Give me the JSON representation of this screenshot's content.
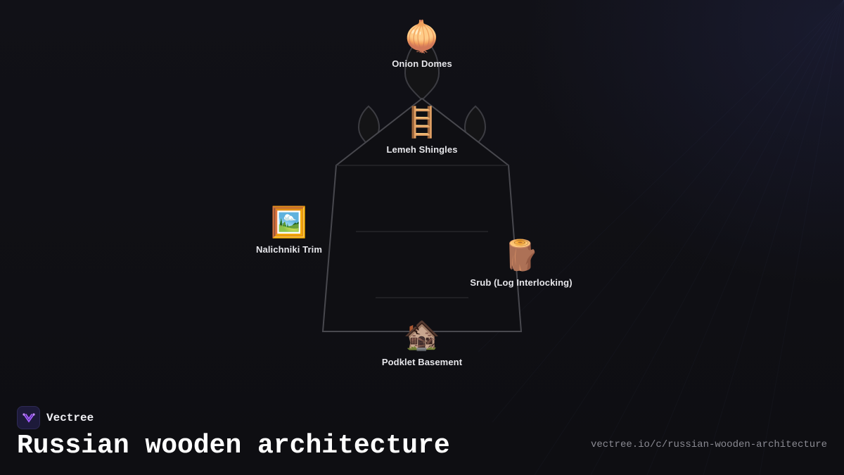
{
  "brand": {
    "name": "Vectree",
    "accent": "#9a4dff"
  },
  "title": "Russian wooden architecture",
  "url": "vectree.io/c/russian-wooden-architecture",
  "diagram": {
    "outline_color": "#4a4a50",
    "nodes": [
      {
        "id": "onion",
        "label": "Onion Domes",
        "emoji": "🧅",
        "icon": "onion-icon"
      },
      {
        "id": "lemeh",
        "label": "Lemeh Shingles",
        "emoji": "🪜",
        "icon": "ladder-icon"
      },
      {
        "id": "nalichniki",
        "label": "Nalichniki Trim",
        "emoji": "🖼️",
        "icon": "framed-picture-icon"
      },
      {
        "id": "srub",
        "label": "Srub (Log Interlocking)",
        "emoji": "🪵",
        "icon": "wood-log-icon"
      },
      {
        "id": "podklet",
        "label": "Podklet Basement",
        "emoji": "🏚️",
        "icon": "derelict-house-icon"
      }
    ]
  }
}
